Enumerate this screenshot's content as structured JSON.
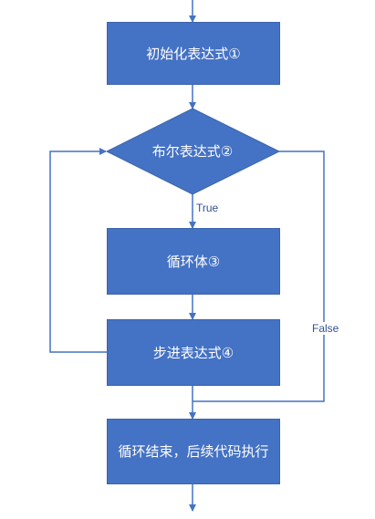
{
  "nodes": {
    "init": "初始化表达式①",
    "condition": "布尔表达式②",
    "body": "循环体③",
    "step": "步进表达式④",
    "end": "循环结束，后续代码执行"
  },
  "edge_labels": {
    "true": "True",
    "false": "False"
  },
  "colors": {
    "box_fill": "#4472c4",
    "line": "#4472c4",
    "text": "#ffffff"
  }
}
